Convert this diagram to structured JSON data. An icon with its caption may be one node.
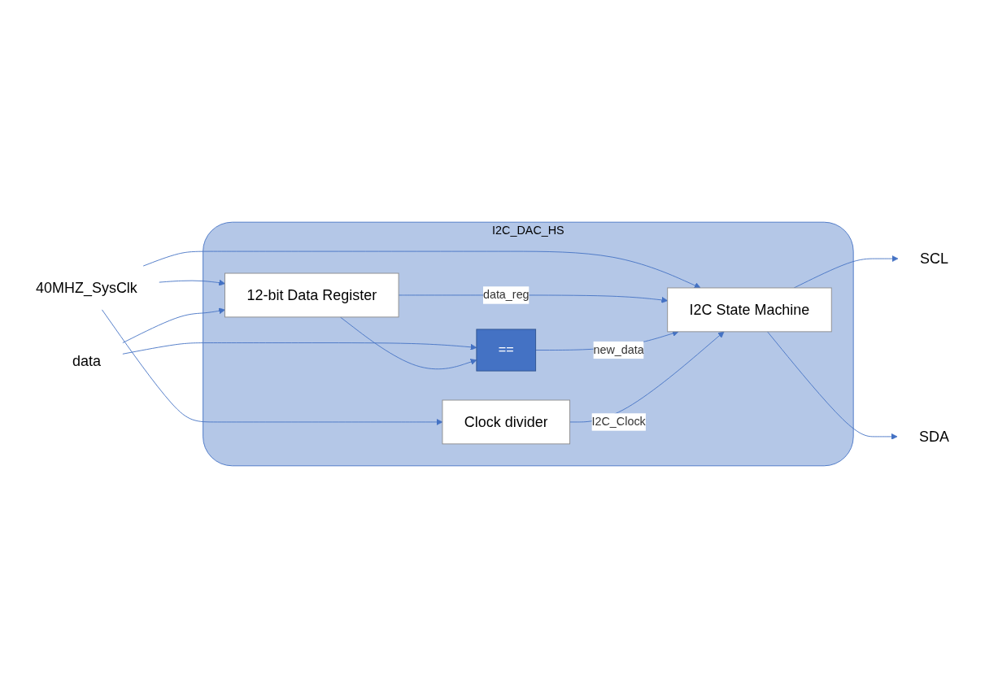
{
  "diagram": {
    "nodes": [
      {
        "text": [
          "I2C_DAC_HS"
        ]
      },
      {
        "text": [
          "40MHZ_SysClk"
        ]
      },
      {
        "text": [
          "data"
        ]
      },
      {
        "text": [
          "12-bit Data Register"
        ],
        "in": 0
      },
      {
        "text": [
          "=="
        ],
        "in": 0
      },
      {
        "text": [
          "Clock divider"
        ],
        "in": 0
      },
      {
        "text": [
          "I2C State Machine"
        ],
        "in": 0
      },
      {
        "text": [
          "SCL"
        ]
      },
      {
        "text": [
          "SDA"
        ]
      }
    ],
    "edges": [
      {
        "from": 1,
        "to": 3,
        "arrow": "to"
      },
      {
        "from": 1,
        "to": 5,
        "arrow": "to"
      },
      {
        "from": 1,
        "to": 6,
        "arrow": "to"
      },
      {
        "from": 2,
        "to": 3,
        "arrow": "to"
      },
      {
        "from": 2,
        "to": 4,
        "arrow": "to"
      },
      {
        "from": 3,
        "to": 4,
        "arrow": "to"
      },
      {
        "from": 3,
        "to": 6,
        "arrow": "to",
        "label": "data_reg"
      },
      {
        "from": 4,
        "to": 6,
        "arrow": "to",
        "label": "new_data"
      },
      {
        "from": 5,
        "to": 6,
        "arrow": "to",
        "label": "I2C_Clock"
      },
      {
        "from": 6,
        "to": 7,
        "arrow": "to"
      },
      {
        "from": 6,
        "to": 8,
        "arrow": "to"
      }
    ]
  }
}
